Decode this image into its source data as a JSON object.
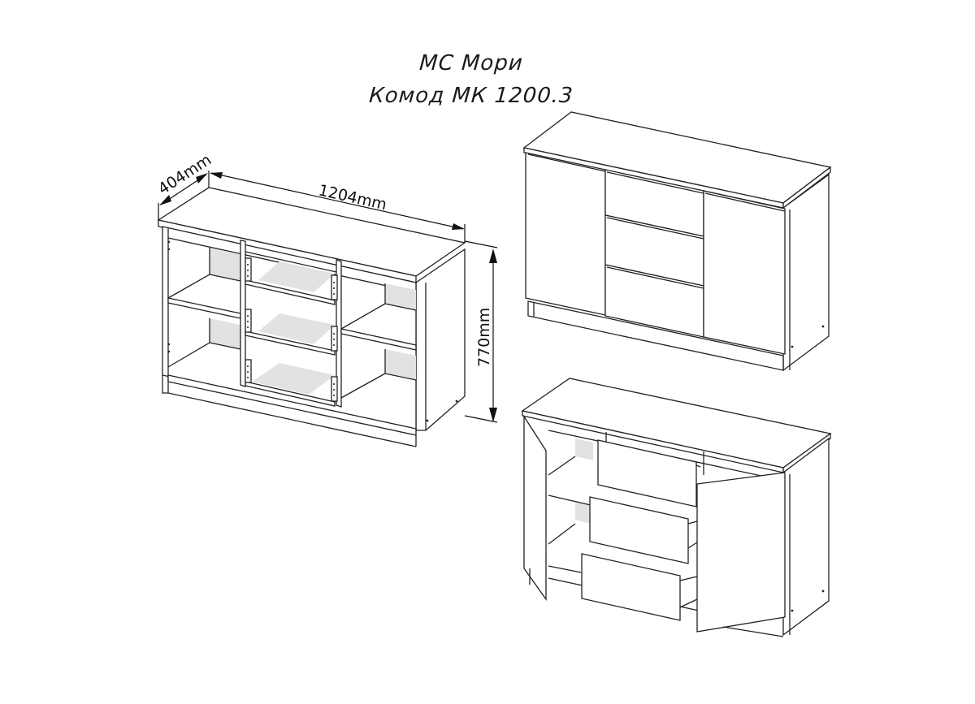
{
  "title": {
    "line1": "МС Мори",
    "line2": "Комод МК 1200.3"
  },
  "dimensions": {
    "depth": "404mm",
    "width": "1204mm",
    "height": "770mm"
  },
  "views": [
    {
      "id": "dimensioned-carcass",
      "description": "Open carcass with shelves and drawer boxes, dimensioned"
    },
    {
      "id": "closed-front",
      "description": "Closed dresser: 2 doors, 3 drawers"
    },
    {
      "id": "open-front",
      "description": "Doors open, drawers pulled out"
    }
  ]
}
